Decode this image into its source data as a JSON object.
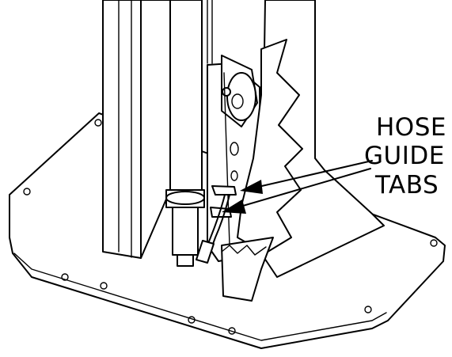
{
  "callout": {
    "lines": [
      "HOSE",
      "GUIDE",
      "TABS"
    ]
  },
  "colors": {
    "ink": "#000000",
    "paper": "#ffffff"
  }
}
